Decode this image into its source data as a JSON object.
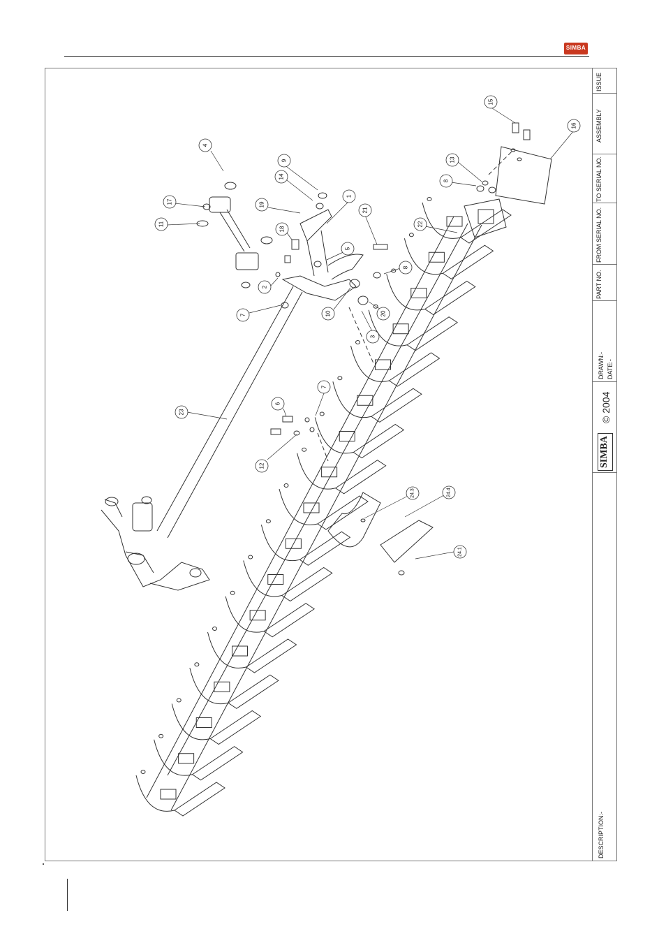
{
  "header": {
    "logo_text": "SIMBA"
  },
  "title_block": {
    "issue": "ISSUE",
    "assembly": "ASSEMBLY",
    "to_serial": "TO SERIAL NO.",
    "from_serial": "FROM SERIAL NO.",
    "part_no": "PART NO.",
    "drawn": "DRAWN:-",
    "date": "DATE:-",
    "brand": "SIMBA",
    "copyright": "© 2004",
    "description": "DESCRIPTION:-"
  },
  "callouts": [
    "1",
    "2",
    "3",
    "4",
    "5",
    "6",
    "7",
    "7",
    "8",
    "8",
    "9",
    "10",
    "11",
    "12",
    "13",
    "14",
    "15",
    "16",
    "17",
    "18",
    "19",
    "20",
    "21",
    "22",
    "23",
    "24.1",
    "24.3",
    "24.4"
  ],
  "colors": {
    "brand_red": "#c9381f",
    "line": "#333333"
  }
}
